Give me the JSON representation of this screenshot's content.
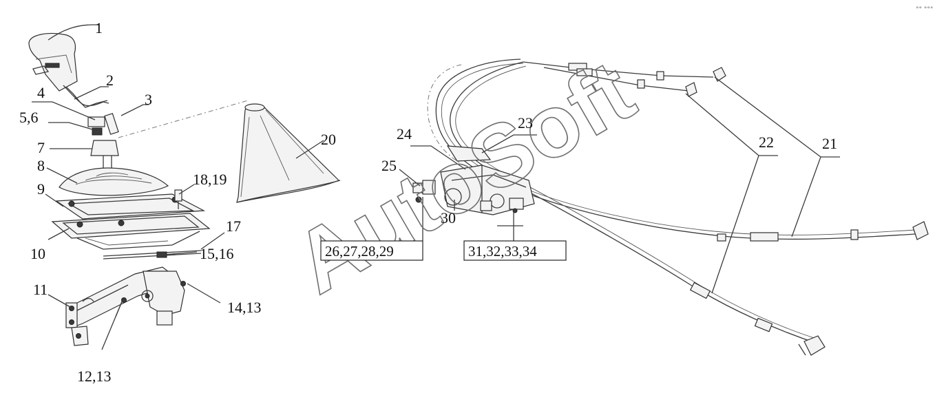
{
  "watermark": "AutoSoft",
  "corner_mark": "°° °°°",
  "callouts": {
    "c1": "1",
    "c2": "2",
    "c3": "3",
    "c4": "4",
    "c5_6": "5,6",
    "c7": "7",
    "c8": "8",
    "c9": "9",
    "c10": "10",
    "c11": "11",
    "c12_13": "12,13",
    "c14_13": "14,13",
    "c15_16": "15,16",
    "c17": "17",
    "c18_19": "18,19",
    "c20": "20",
    "c21": "21",
    "c22": "22",
    "c23": "23",
    "c24": "24",
    "c25": "25",
    "c26_29": "26,27,28,29",
    "c30": "30",
    "c31_34": "31,32,33,34"
  }
}
